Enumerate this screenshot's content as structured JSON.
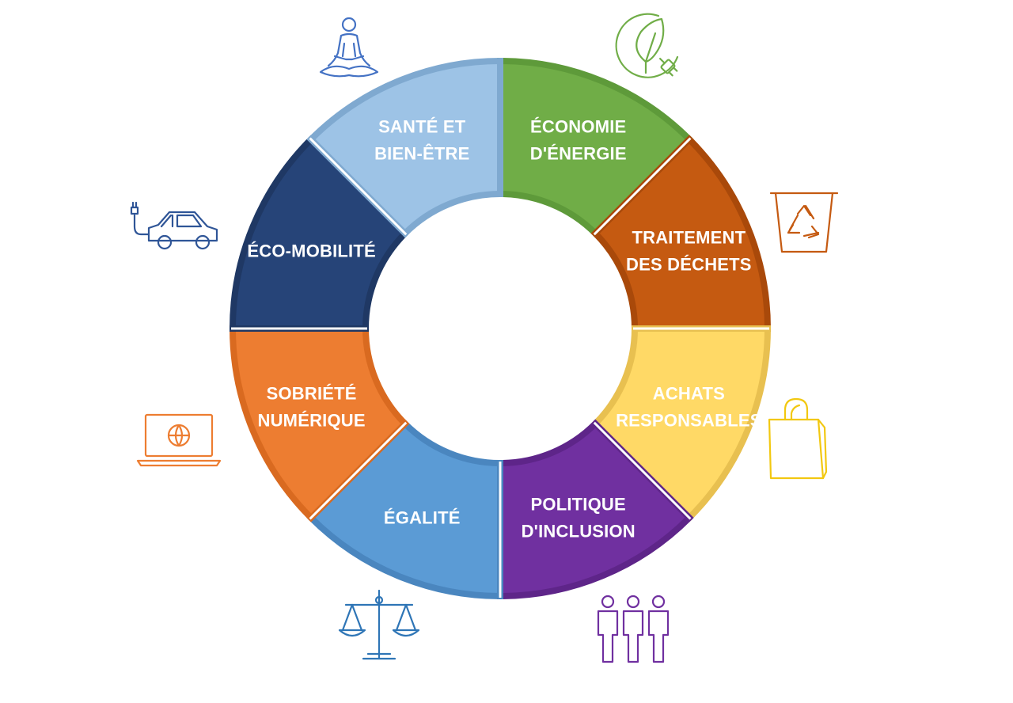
{
  "segments": [
    {
      "id": "energie",
      "lines": [
        "ÉCONOMIE",
        "D'ÉNERGIE"
      ],
      "fill": "#70AD47",
      "border": "#5E9A3A",
      "icon": "leaf-plug-icon",
      "icon_color": "#70AD47"
    },
    {
      "id": "dechets",
      "lines": [
        "TRAITEMENT",
        "DES DÉCHETS"
      ],
      "fill": "#C55A11",
      "border": "#A9490A",
      "icon": "recycle-bin-icon",
      "icon_color": "#C55A11"
    },
    {
      "id": "achats",
      "lines": [
        "ACHATS",
        "RESPONSABLES"
      ],
      "fill": "#FFD966",
      "border": "#E8C050",
      "icon": "shopping-bag-icon",
      "icon_color": "#F2C811"
    },
    {
      "id": "inclusion",
      "lines": [
        "POLITIQUE",
        "D'INCLUSION"
      ],
      "fill": "#7030A0",
      "border": "#5E2589",
      "icon": "people-group-icon",
      "icon_color": "#7030A0"
    },
    {
      "id": "egalite",
      "lines": [
        "ÉGALITÉ"
      ],
      "fill": "#5B9BD5",
      "border": "#4A86BF",
      "icon": "scales-icon",
      "icon_color": "#2E75B6"
    },
    {
      "id": "sobriete",
      "lines": [
        "SOBRIÉTÉ",
        "NUMÉRIQUE"
      ],
      "fill": "#ED7D31",
      "border": "#D96A20",
      "icon": "laptop-globe-icon",
      "icon_color": "#ED7D31"
    },
    {
      "id": "mobilite",
      "lines": [
        "ÉCO-MOBILITÉ"
      ],
      "fill": "#264478",
      "border": "#1F3864",
      "icon": "electric-car-icon",
      "icon_color": "#2F5597"
    },
    {
      "id": "sante",
      "lines": [
        "SANTÉ ET",
        "BIEN-ÊTRE"
      ],
      "fill": "#9DC3E6",
      "border": "#7FA9D0",
      "icon": "meditation-icon",
      "icon_color": "#4472C4"
    }
  ]
}
